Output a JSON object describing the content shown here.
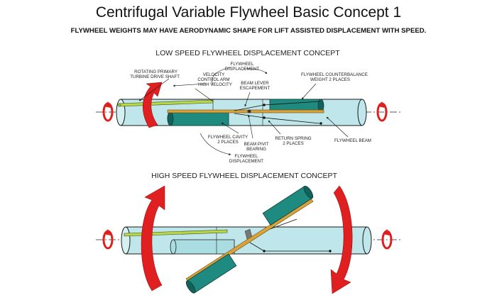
{
  "title": "Centrifugal Variable Flywheel Basic Concept 1",
  "subtitle": "FLYWHEEL WEIGHTS MAY HAVE AERODYNAMIC SHAPE FOR LIFT ASSISTED DISPLACEMENT WITH SPEED.",
  "low_speed": {
    "heading": "LOW SPEED FLYWHEEL DISPLACEMENT CONCEPT",
    "labels": {
      "drive_shaft_1": "ROTATING PRIMARY",
      "drive_shaft_2": "TURBINE DRIVE SHAFT",
      "velocity_arm_1": "VELOCITY",
      "velocity_arm_2": "CONTROL ARM",
      "velocity_arm_3": "HIGH VELOCITY",
      "displacement_top_1": "FLYWHEEL",
      "displacement_top_2": "DISPLACEMENT",
      "escapement_1": "BEAM LEVER",
      "escapement_2": "ESCAPEMENT",
      "counterbalance_1": "FLYWHEEL COUNTERBALANCE",
      "counterbalance_2": "WEIGHT  2 PLACES",
      "cavity_1": "FLYWHEEL CAVITY",
      "cavity_2": "2 PLACES",
      "pivot_1": "BEAM PIVIT",
      "pivot_2": "BEARING",
      "spring_1": "RETURN SPRING",
      "spring_2": "2 PLACES",
      "beam": "FLYWHEEL BEAM",
      "displacement_bottom_1": "FLYWHEEL",
      "displacement_bottom_2": "DISPLACEMENT"
    }
  },
  "high_speed": {
    "heading": "HIGH SPEED FLYWHEEL DISPLACEMENT CONCEPT"
  },
  "colors": {
    "tube_fill": "#bfe6ea",
    "tube_stroke": "#1a1a1a",
    "weight_fill": "#1f8a80",
    "weight_dark": "#12625b",
    "beam_fill": "#d9a23a",
    "shaft_fill": "#b8d64a",
    "arrow_red": "#e02020"
  }
}
